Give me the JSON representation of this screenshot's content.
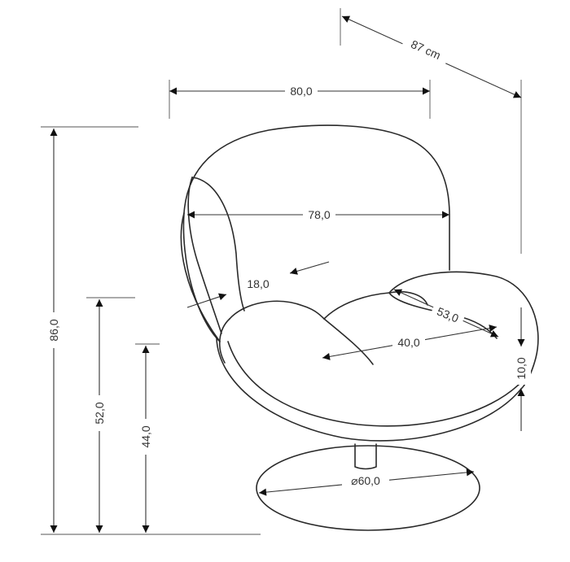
{
  "dimensions": {
    "depth": "87 cm",
    "width": "80,0",
    "inner_width": "78,0",
    "armrest_width": "18,0",
    "seat_depth": "53,0",
    "seat_width": "40,0",
    "seat_thickness": "10,0",
    "total_height": "86,0",
    "armrest_height": "52,0",
    "seat_height": "44,0",
    "base_diameter": "⌀60,0"
  }
}
